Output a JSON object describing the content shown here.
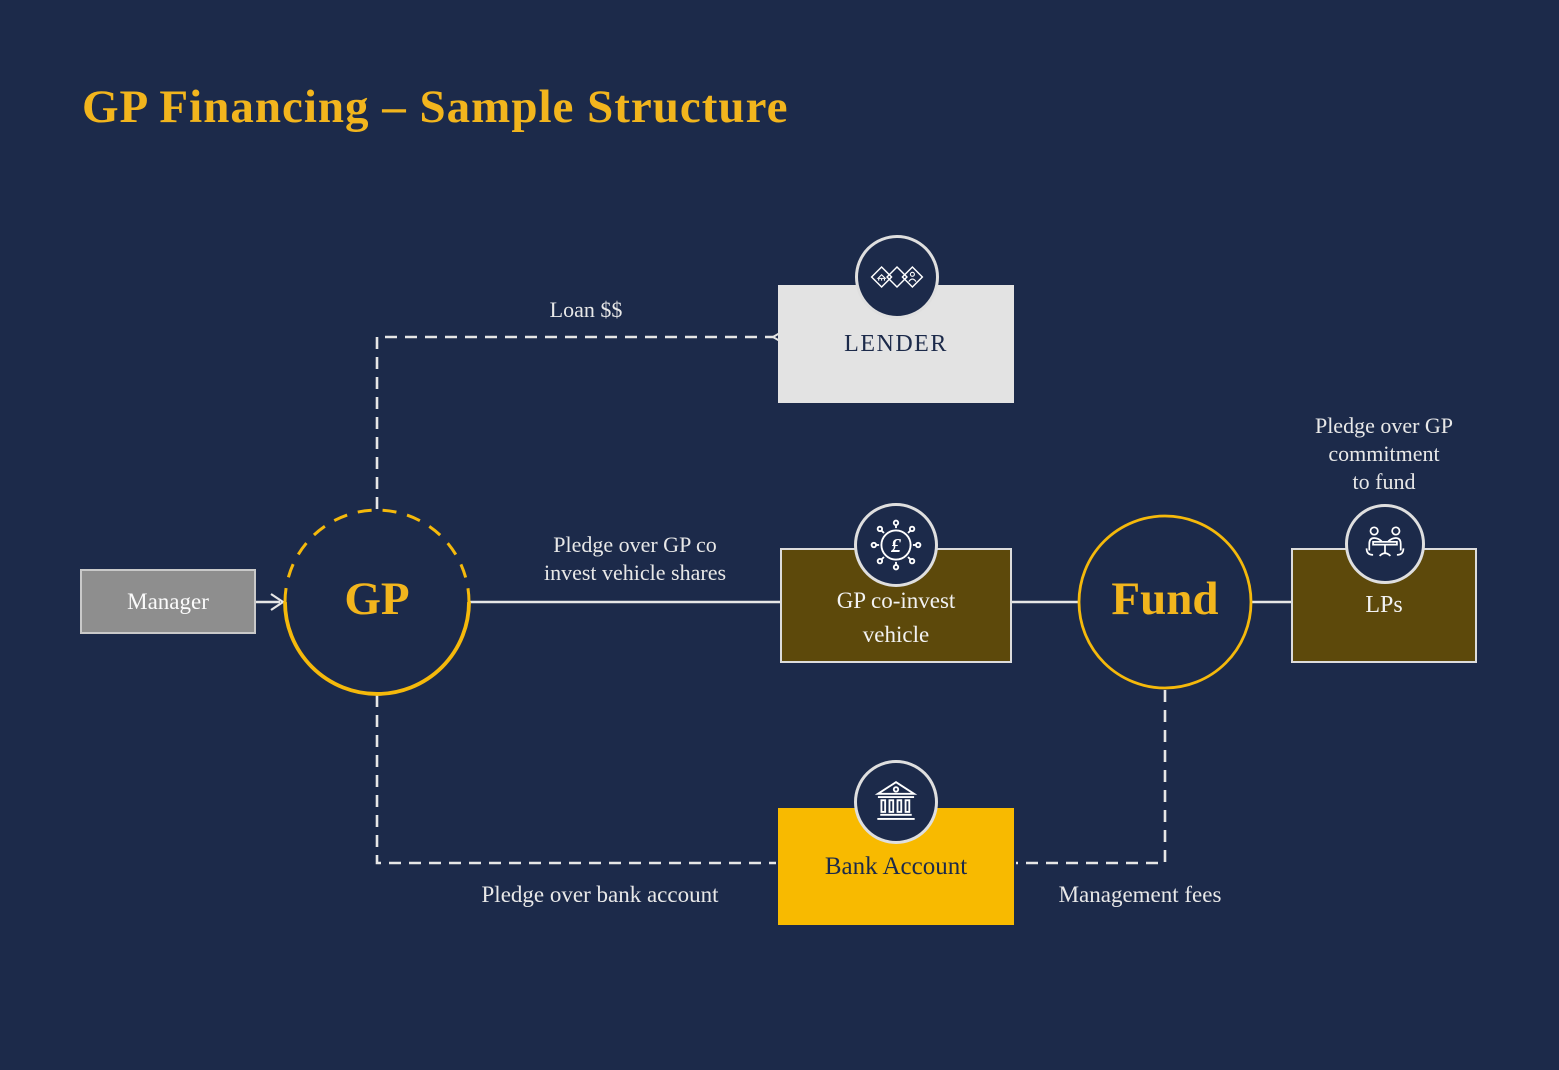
{
  "title": "GP Financing – Sample Structure",
  "nodes": {
    "manager": {
      "label": "Manager"
    },
    "gp": {
      "label": "GP"
    },
    "lender": {
      "label": "LENDER",
      "icon": "lender-diamonds-icon"
    },
    "co_invest": {
      "line1": "GP co-invest",
      "line2": "vehicle",
      "icon": "pound-network-icon"
    },
    "fund": {
      "label": "Fund"
    },
    "lps": {
      "label": "LPs",
      "icon": "meeting-icon"
    },
    "bank": {
      "label": "Bank Account",
      "icon": "bank-building-icon"
    }
  },
  "edge_labels": {
    "loan": "Loan $$",
    "pledge_co_invest_line1": "Pledge over GP co",
    "pledge_co_invest_line2": "invest vehicle shares",
    "pledge_commitment_line1": "Pledge over GP",
    "pledge_commitment_line2": "commitment",
    "pledge_commitment_line3": "to fund",
    "pledge_bank": "Pledge over bank account",
    "management_fees": "Management fees"
  },
  "colors": {
    "background": "#1C2A4A",
    "title_gold": "#F2B51D",
    "circle_stroke_gold": "#F5B90B",
    "bank_yellow": "#F8BA00",
    "olive_brown": "#5D490B",
    "lender_gray": "#E3E3E3",
    "manager_gray": "#8E8E8E",
    "connector_white": "#E6E6E6",
    "navy_text": "#1C2A4A"
  }
}
